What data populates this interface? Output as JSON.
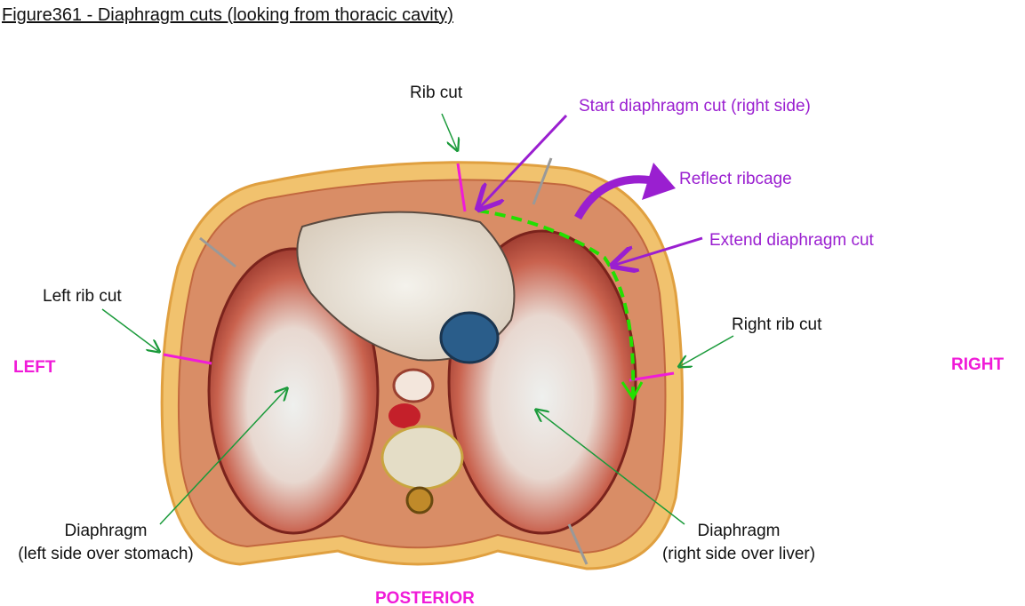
{
  "title": "Figure361 - Diaphragm cuts (looking from thoracic cavity)",
  "labels": {
    "rib_cut": "Rib cut",
    "start_cut": "Start diaphragm cut (right side)",
    "reflect": "Reflect ribcage",
    "extend_cut": "Extend diaphragm cut",
    "left_rib_cut": "Left rib cut",
    "right_rib_cut": "Right rib cut",
    "left": "LEFT",
    "right": "RIGHT",
    "posterior": "POSTERIOR",
    "diaphragm_left_1": "Diaphragm",
    "diaphragm_left_2": "(left side over stomach)",
    "diaphragm_right_1": "Diaphragm",
    "diaphragm_right_2": "(right side over liver)"
  },
  "colors": {
    "annotation_purple": "#9a1fd0",
    "side_magenta": "#f01bd8",
    "pointer_green": "#1a9a3a",
    "cut_line_green": "#22e000"
  }
}
